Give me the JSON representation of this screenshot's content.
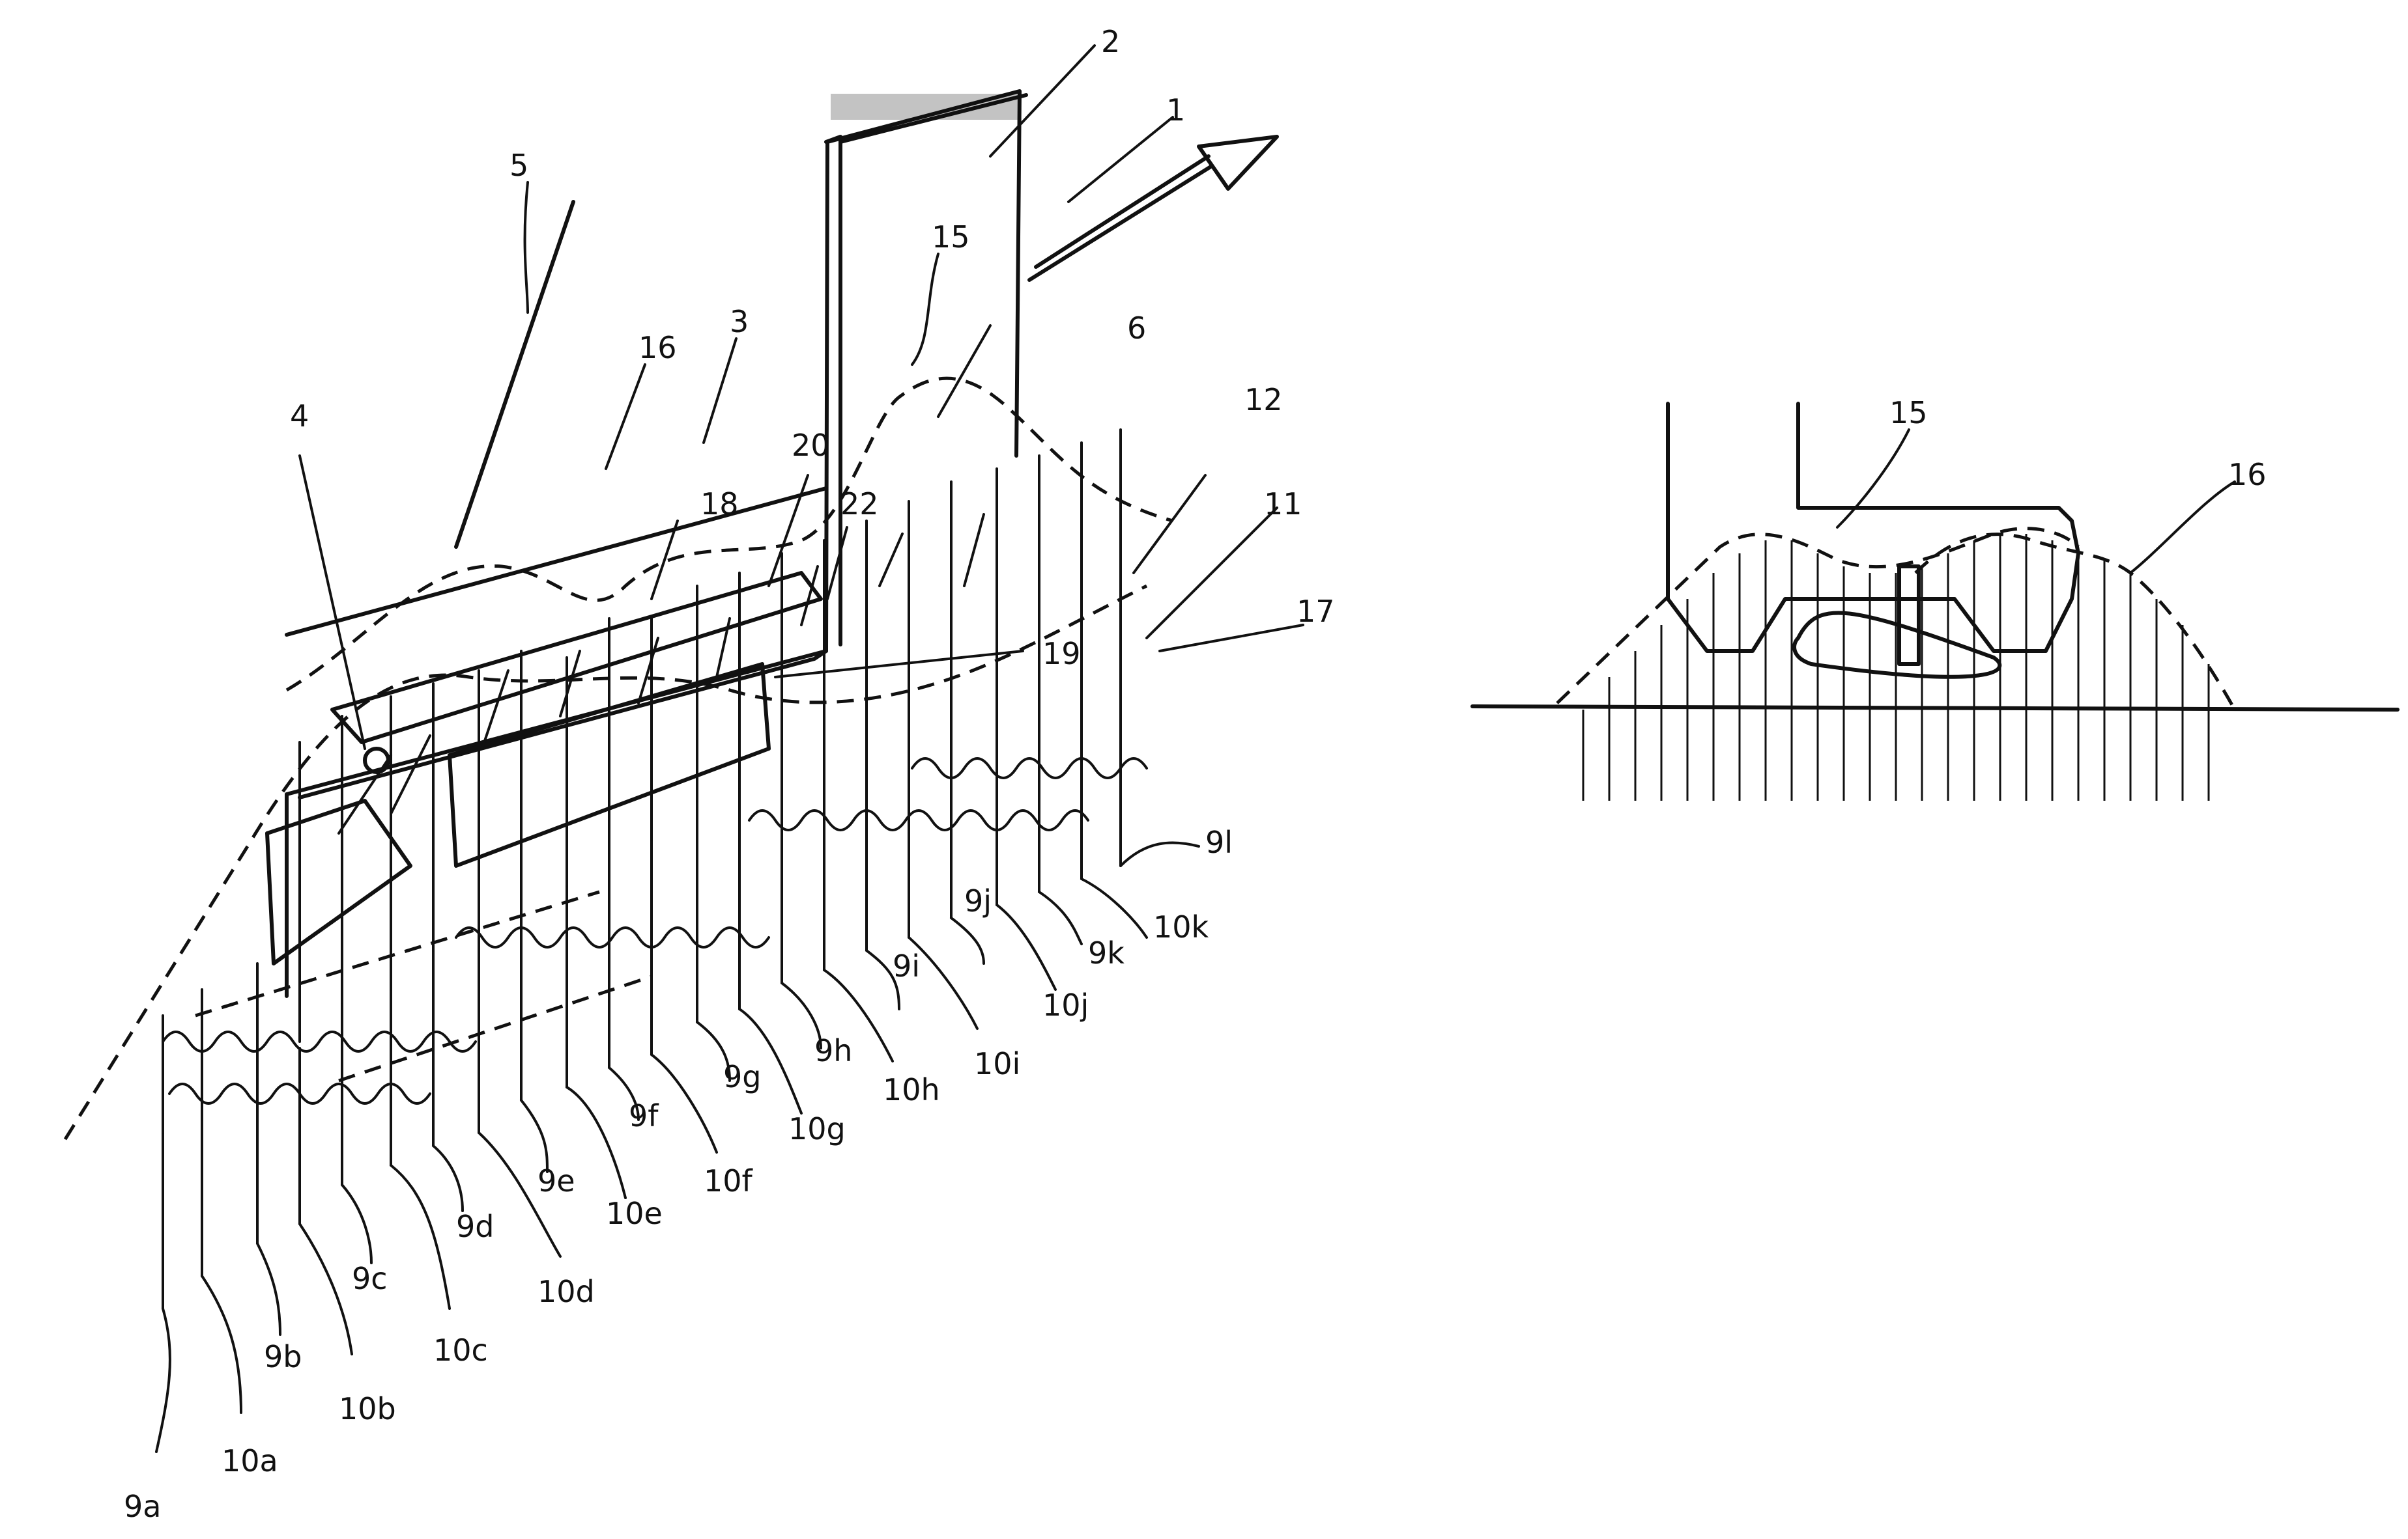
{
  "figure": {
    "main_view": {
      "labels": {
        "ref_1": "1",
        "ref_2": "2",
        "ref_3": "3",
        "ref_4": "4",
        "ref_5": "5",
        "ref_6": "6",
        "ref_11": "11",
        "ref_12": "12",
        "ref_15": "15",
        "ref_16": "16",
        "ref_17": "17",
        "ref_18": "18",
        "ref_19": "19",
        "ref_20": "20",
        "ref_22": "22"
      },
      "needle_labels": [
        "9a",
        "10a",
        "9b",
        "10b",
        "9c",
        "10c",
        "9d",
        "10d",
        "9e",
        "10e",
        "9f",
        "10f",
        "9g",
        "10g",
        "9h",
        "10h",
        "9i",
        "10i",
        "9j",
        "10j",
        "9k",
        "10k",
        "9l"
      ]
    },
    "detail_view": {
      "labels": {
        "ref_15": "15",
        "ref_16": "16"
      }
    }
  }
}
